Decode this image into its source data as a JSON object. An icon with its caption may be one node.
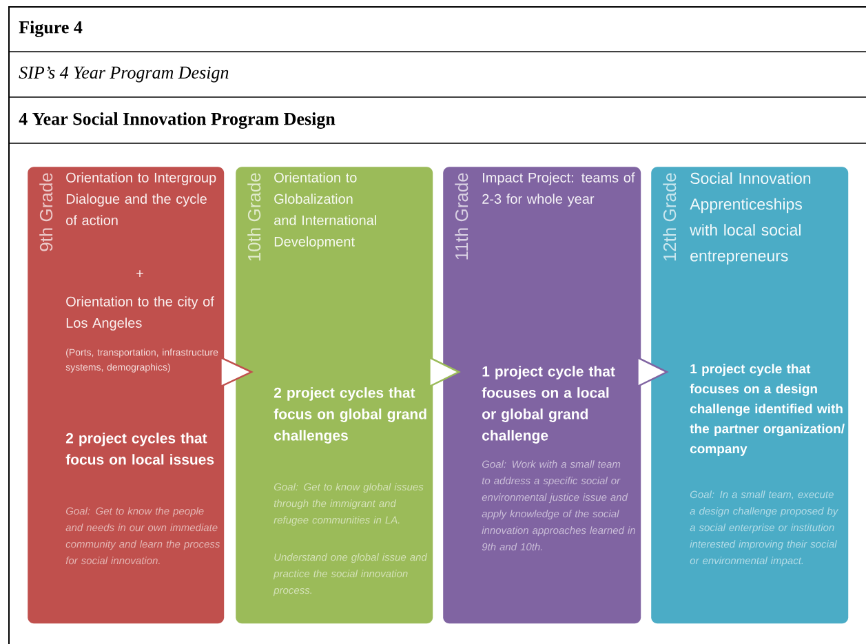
{
  "diagram": {
    "labels": [
      "Figure 4",
      "SIP’s 4 Year Program Design",
      "4 Year Social Innovation Program Design"
    ],
    "nodes": [
      {
        "text": [
          "9th Grade",
          "Orientation to Intergroup Dialogue and the cycle of action",
          "+",
          "Orientation to the city of Los Angeles",
          "(Ports, transportation, infrastructure systems, demographics)",
          "2 project cycles that focus on local issues",
          "Goal: Get to know the people and needs in our own immediate community and learn the process for social innovation."
        ]
      },
      {
        "text": [
          "10th Grade",
          "Orientation to Globalization and International Development",
          "2 project cycles that focus on global grand challenges",
          "Goal: Get to know global issues through the immigrant and refugee communities in LA.",
          "Understand one global issue and practice the social innovation process."
        ]
      },
      {
        "text": [
          "11th Grade",
          "Impact Project: teams of 2-3 for whole year",
          "1 project cycle that focuses on a local or global grand challenge",
          "Goal: Work with a small team to address a specific social or environmental justice issue and apply knowledge of the social innovation approaches learned in 9th and 10th."
        ]
      },
      {
        "text": [
          "12th Grade",
          "Social Innovation Apprenticeships with local social entrepreneurs",
          "1 project cycle that focuses on a design challenge identified with the partner organization/ company",
          "Goal: In a small team, execute a design challenge proposed by a social enterprise or institution interested improving their social or environmental impact."
        ]
      }
    ],
    "edges": [
      {
        "from": 0,
        "to": 1,
        "arrow": "to"
      },
      {
        "from": 1,
        "to": 2,
        "arrow": "to"
      },
      {
        "from": 2,
        "to": 3,
        "arrow": "to"
      }
    ]
  }
}
